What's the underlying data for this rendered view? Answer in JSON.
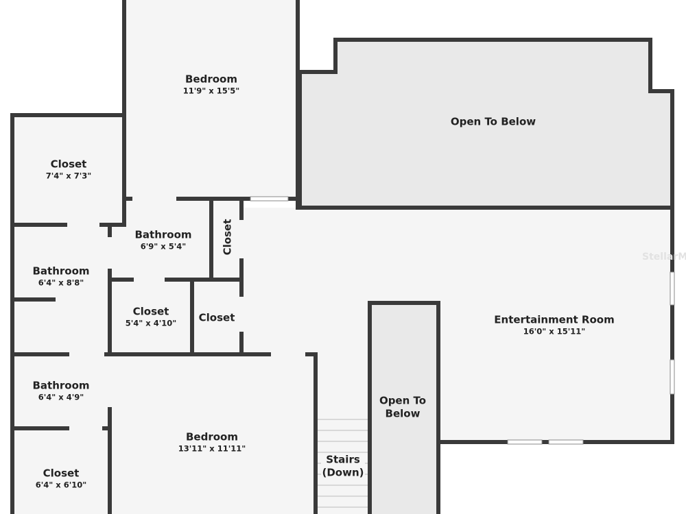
{
  "floor_plan": {
    "rooms": [
      {
        "name": "Bedroom",
        "dims": "11'9\" x 15'5\""
      },
      {
        "name": "Open To Below",
        "dims": ""
      },
      {
        "name": "Closet",
        "dims": "7'4\" x 7'3\""
      },
      {
        "name": "Bathroom",
        "dims": "6'9\" x 5'4\""
      },
      {
        "name": "Closet",
        "dims": ""
      },
      {
        "name": "Bathroom",
        "dims": "6'4\" x 8'8\""
      },
      {
        "name": "Closet",
        "dims": "5'4\" x 4'10\""
      },
      {
        "name": "Closet",
        "dims": ""
      },
      {
        "name": "Entertainment Room",
        "dims": "16'0\" x 15'11\""
      },
      {
        "name": "Open To Below",
        "dims": ""
      },
      {
        "name": "Bathroom",
        "dims": "6'4\" x 4'9\""
      },
      {
        "name": "Bedroom",
        "dims": "13'11\" x 11'11\""
      },
      {
        "name": "Stairs (Down)",
        "dims": ""
      },
      {
        "name": "Closet",
        "dims": "6'4\" x 6'10\""
      }
    ],
    "watermark": "StellarMLS",
    "colors": {
      "wall": "#3a3a3a",
      "floor": "#f5f5f5",
      "open": "#e9e9e9"
    }
  }
}
